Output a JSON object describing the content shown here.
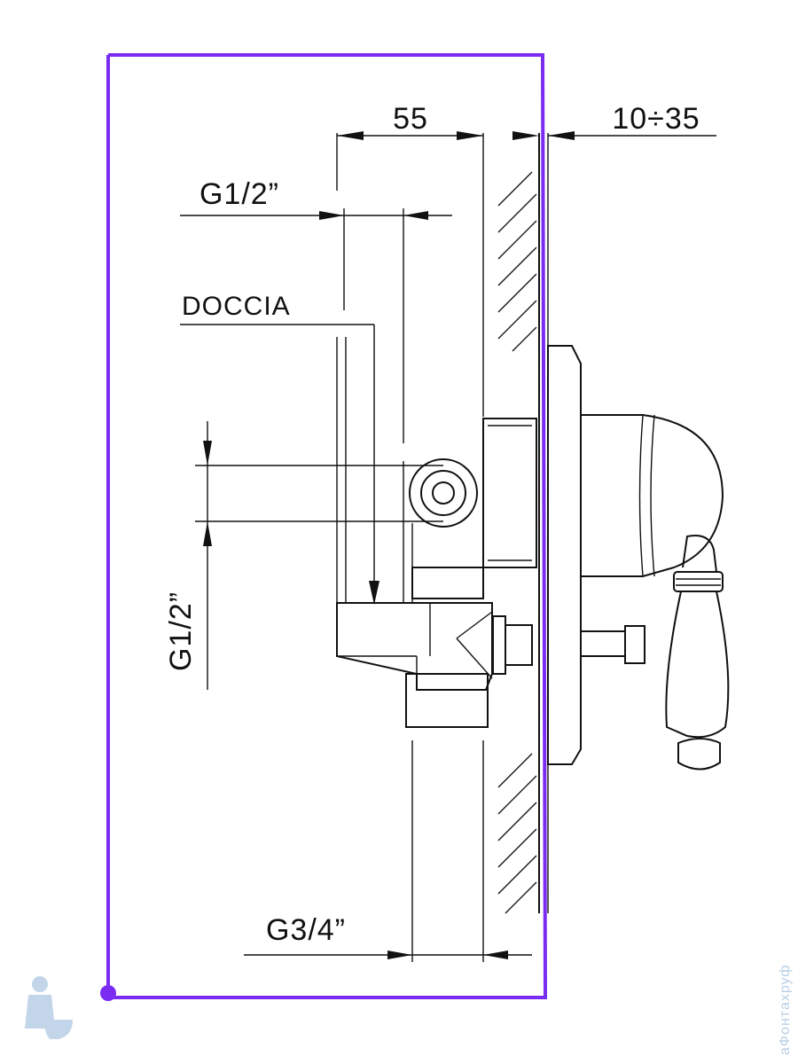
{
  "drawing": {
    "dim_top": "55",
    "dim_wall": "10÷35",
    "outlet_top": "G1/2”",
    "outlet_label": "DOCCIA",
    "inlet_side": "G1/2”",
    "outlet_bottom": "G3/4”"
  },
  "watermark": {
    "text": "аФонтахруф",
    "icon": "plumber-mascot-icon"
  },
  "colors": {
    "frame": "#7a2cf0",
    "line": "#111111",
    "watermark": "#b9cfe6"
  }
}
